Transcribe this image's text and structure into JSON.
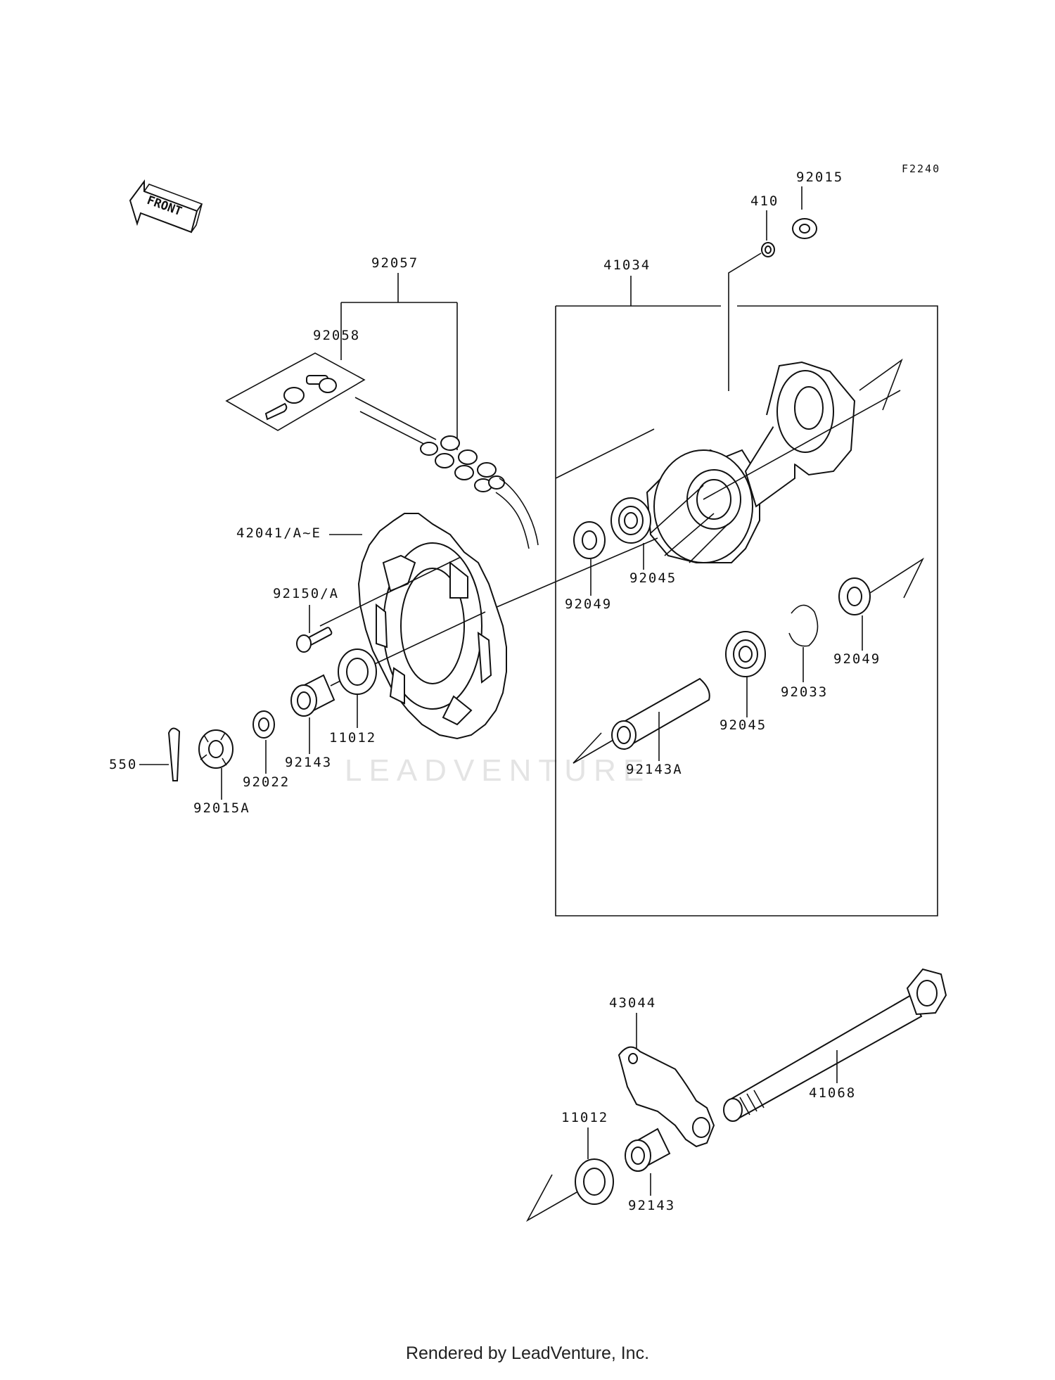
{
  "diagram": {
    "code": "F2240",
    "front_label": "FRONT",
    "watermark": "LEADVENTURE",
    "parts": {
      "p92015": "92015",
      "p410": "410",
      "p41034": "41034",
      "p92057": "92057",
      "p92058": "92058",
      "p42041": "42041/A~E",
      "p92150": "92150/A",
      "p92049a": "92049",
      "p92045a": "92045",
      "p92049b": "92049",
      "p92033": "92033",
      "p92045b": "92045",
      "p92143A": "92143A",
      "p11012a": "11012",
      "p92143a": "92143",
      "p92022": "92022",
      "p550": "550",
      "p92015A": "92015A",
      "p43044": "43044",
      "p41068": "41068",
      "p11012b": "11012",
      "p92143b": "92143"
    }
  },
  "footer": "Rendered by LeadVenture, Inc."
}
